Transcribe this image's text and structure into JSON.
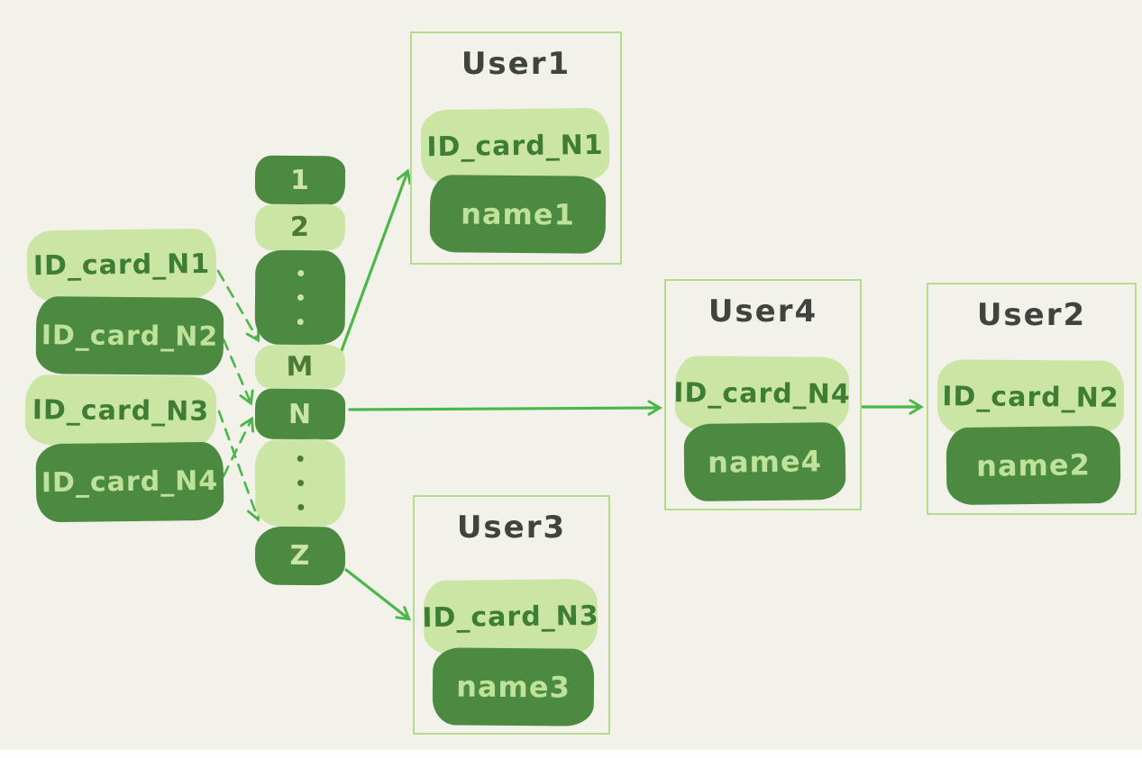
{
  "colors": {
    "background": "#f2f1ea",
    "pill_light": "#cbe5a4",
    "pill_dark": "#4d8a41",
    "text_on_light_pill": "#3d7d34",
    "text_on_dark_pill": "#bfe29a",
    "arrow_green": "#4cb749",
    "user_box_border": "#b6db8c",
    "title_text": "#3f443e"
  },
  "left_cards": [
    {
      "label": "ID_card_N1",
      "tone": "light"
    },
    {
      "label": "ID_card_N2",
      "tone": "dark"
    },
    {
      "label": "ID_card_N3",
      "tone": "light"
    },
    {
      "label": "ID_card_N4",
      "tone": "dark"
    }
  ],
  "buckets": [
    {
      "label": "1",
      "tone": "dark"
    },
    {
      "label": "2",
      "tone": "light"
    },
    {
      "label": "",
      "tone": "dark",
      "icon": "vertical-ellipsis"
    },
    {
      "label": "M",
      "tone": "light"
    },
    {
      "label": "N",
      "tone": "dark"
    },
    {
      "label": "",
      "tone": "light",
      "icon": "vertical-ellipsis"
    },
    {
      "label": "Z",
      "tone": "dark"
    }
  ],
  "users": [
    {
      "title": "User1",
      "id_label": "ID_card_N1",
      "name_label": "name1"
    },
    {
      "title": "User4",
      "id_label": "ID_card_N4",
      "name_label": "name4"
    },
    {
      "title": "User2",
      "id_label": "ID_card_N2",
      "name_label": "name2"
    },
    {
      "title": "User3",
      "id_label": "ID_card_N3",
      "name_label": "name3"
    }
  ],
  "edges": [
    {
      "from": "ID_card_N1",
      "to": "bucket-M",
      "style": "dashed"
    },
    {
      "from": "ID_card_N2",
      "to": "bucket-N",
      "style": "dashed"
    },
    {
      "from": "ID_card_N3",
      "to": "bucket-Z",
      "style": "dashed"
    },
    {
      "from": "ID_card_N4",
      "to": "bucket-N",
      "style": "dashed"
    },
    {
      "from": "bucket-M",
      "to": "User1",
      "style": "solid"
    },
    {
      "from": "bucket-N",
      "to": "User4",
      "style": "solid"
    },
    {
      "from": "bucket-Z",
      "to": "User3",
      "style": "solid"
    },
    {
      "from": "User4",
      "to": "User2",
      "style": "solid"
    }
  ]
}
